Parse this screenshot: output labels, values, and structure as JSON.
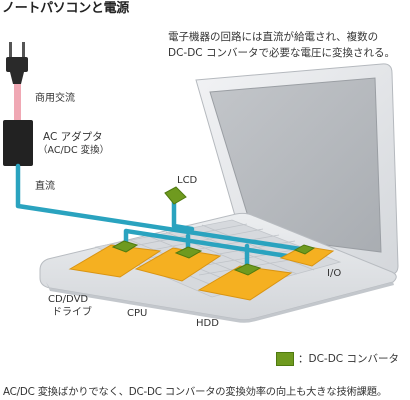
{
  "title": "ノートパソコンと電源",
  "description": {
    "line1": "電子機器の回路には直流が給電され、複数の",
    "line2": "DC-DC コンバータで必要な電圧に変換される。"
  },
  "labels": {
    "commercial_ac": "商用交流",
    "ac_adapter": "AC アダプタ",
    "ac_dc_conversion": "（AC/DC 変換）",
    "dc": "直流",
    "lcd": "LCD",
    "io": "I/O",
    "cd_dvd": "CD/DVD",
    "drive": "ドライブ",
    "cpu": "CPU",
    "hdd": "HDD"
  },
  "legend": {
    "label": "：DC-DC コンバータ",
    "color": "#6f9a1f"
  },
  "caption": "AC/DC 変換ばかりでなく、DC-DC コンバータの変換効率の向上も大きな技術課題。",
  "colors": {
    "ac_cable": "#f0a8b4",
    "dc_line": "#2aa3bf",
    "adapter": "#222222",
    "component": "#f5b021",
    "converter": "#6f9a1f",
    "laptop_body": "#e1e3e6"
  }
}
